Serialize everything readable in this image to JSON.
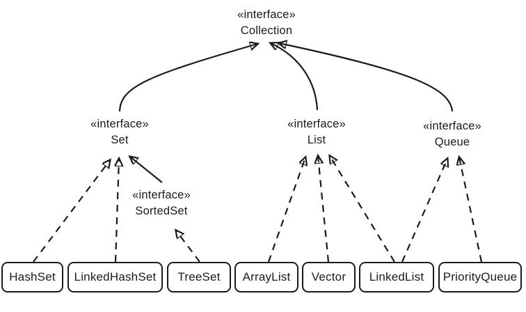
{
  "colors": {
    "line": "#1a1a1a",
    "background": "#ffffff",
    "text": "#1a1a1a"
  },
  "nodes": {
    "collection": {
      "stereotype": "«interface»",
      "name": "Collection"
    },
    "set": {
      "stereotype": "«interface»",
      "name": "Set"
    },
    "list": {
      "stereotype": "«interface»",
      "name": "List"
    },
    "queue": {
      "stereotype": "«interface»",
      "name": "Queue"
    },
    "sortedset": {
      "stereotype": "«interface»",
      "name": "SortedSet"
    }
  },
  "classes": {
    "hashset": {
      "label": "HashSet"
    },
    "linkedhashset": {
      "label": "LinkedHashSet"
    },
    "treeset": {
      "label": "TreeSet"
    },
    "arraylist": {
      "label": "ArrayList"
    },
    "vector": {
      "label": "Vector"
    },
    "linkedlist": {
      "label": "LinkedList"
    },
    "priorityqueue": {
      "label": "PriorityQueue"
    }
  },
  "edges": [
    {
      "from": "Set",
      "to": "Collection",
      "style": "solid"
    },
    {
      "from": "List",
      "to": "Collection",
      "style": "solid"
    },
    {
      "from": "Queue",
      "to": "Collection",
      "style": "solid"
    },
    {
      "from": "SortedSet",
      "to": "Set",
      "style": "solid"
    },
    {
      "from": "HashSet",
      "to": "Set",
      "style": "dashed"
    },
    {
      "from": "LinkedHashSet",
      "to": "Set",
      "style": "dashed"
    },
    {
      "from": "TreeSet",
      "to": "SortedSet",
      "style": "dashed"
    },
    {
      "from": "ArrayList",
      "to": "List",
      "style": "dashed"
    },
    {
      "from": "Vector",
      "to": "List",
      "style": "dashed"
    },
    {
      "from": "LinkedList",
      "to": "List",
      "style": "dashed"
    },
    {
      "from": "LinkedList",
      "to": "Queue",
      "style": "dashed"
    },
    {
      "from": "PriorityQueue",
      "to": "Queue",
      "style": "dashed"
    }
  ]
}
